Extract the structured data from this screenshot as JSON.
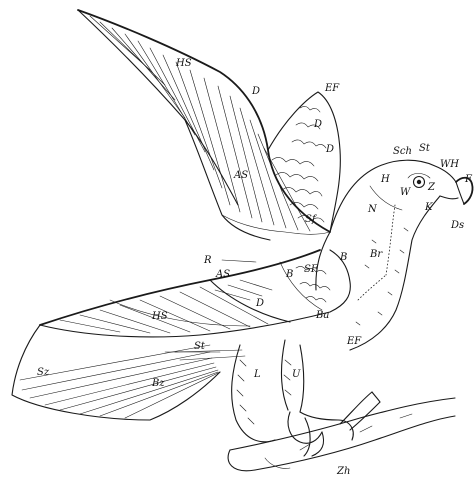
{
  "figure": {
    "labels": [
      {
        "id": "hs-upper",
        "text": "HS"
      },
      {
        "id": "d-wing",
        "text": "D"
      },
      {
        "id": "ef-upper",
        "text": "EF"
      },
      {
        "id": "d-upper1",
        "text": "D"
      },
      {
        "id": "d-upper2",
        "text": "D"
      },
      {
        "id": "as-upper",
        "text": "AS"
      },
      {
        "id": "sch",
        "text": "Sch"
      },
      {
        "id": "st-head",
        "text": "St"
      },
      {
        "id": "wh",
        "text": "WH"
      },
      {
        "id": "f",
        "text": "F"
      },
      {
        "id": "h",
        "text": "H"
      },
      {
        "id": "w",
        "text": "W"
      },
      {
        "id": "z",
        "text": "Z"
      },
      {
        "id": "k",
        "text": "K"
      },
      {
        "id": "ds",
        "text": "Ds"
      },
      {
        "id": "n",
        "text": "N"
      },
      {
        "id": "sf-upper",
        "text": "Sf"
      },
      {
        "id": "r",
        "text": "R"
      },
      {
        "id": "sf-lower",
        "text": "SF"
      },
      {
        "id": "br-small",
        "text": "B"
      },
      {
        "id": "br",
        "text": "Br"
      },
      {
        "id": "as-lower",
        "text": "AS"
      },
      {
        "id": "b-lower",
        "text": "B"
      },
      {
        "id": "d-lower",
        "text": "D"
      },
      {
        "id": "hs-lower",
        "text": "HS"
      },
      {
        "id": "ba",
        "text": "Ba"
      },
      {
        "id": "ef-lower",
        "text": "EF"
      },
      {
        "id": "st-lower",
        "text": "St"
      },
      {
        "id": "sz",
        "text": "Sz"
      },
      {
        "id": "bz",
        "text": "Bz"
      },
      {
        "id": "l",
        "text": "L"
      },
      {
        "id": "u",
        "text": "U"
      },
      {
        "id": "zh",
        "text": "Zh"
      }
    ]
  }
}
